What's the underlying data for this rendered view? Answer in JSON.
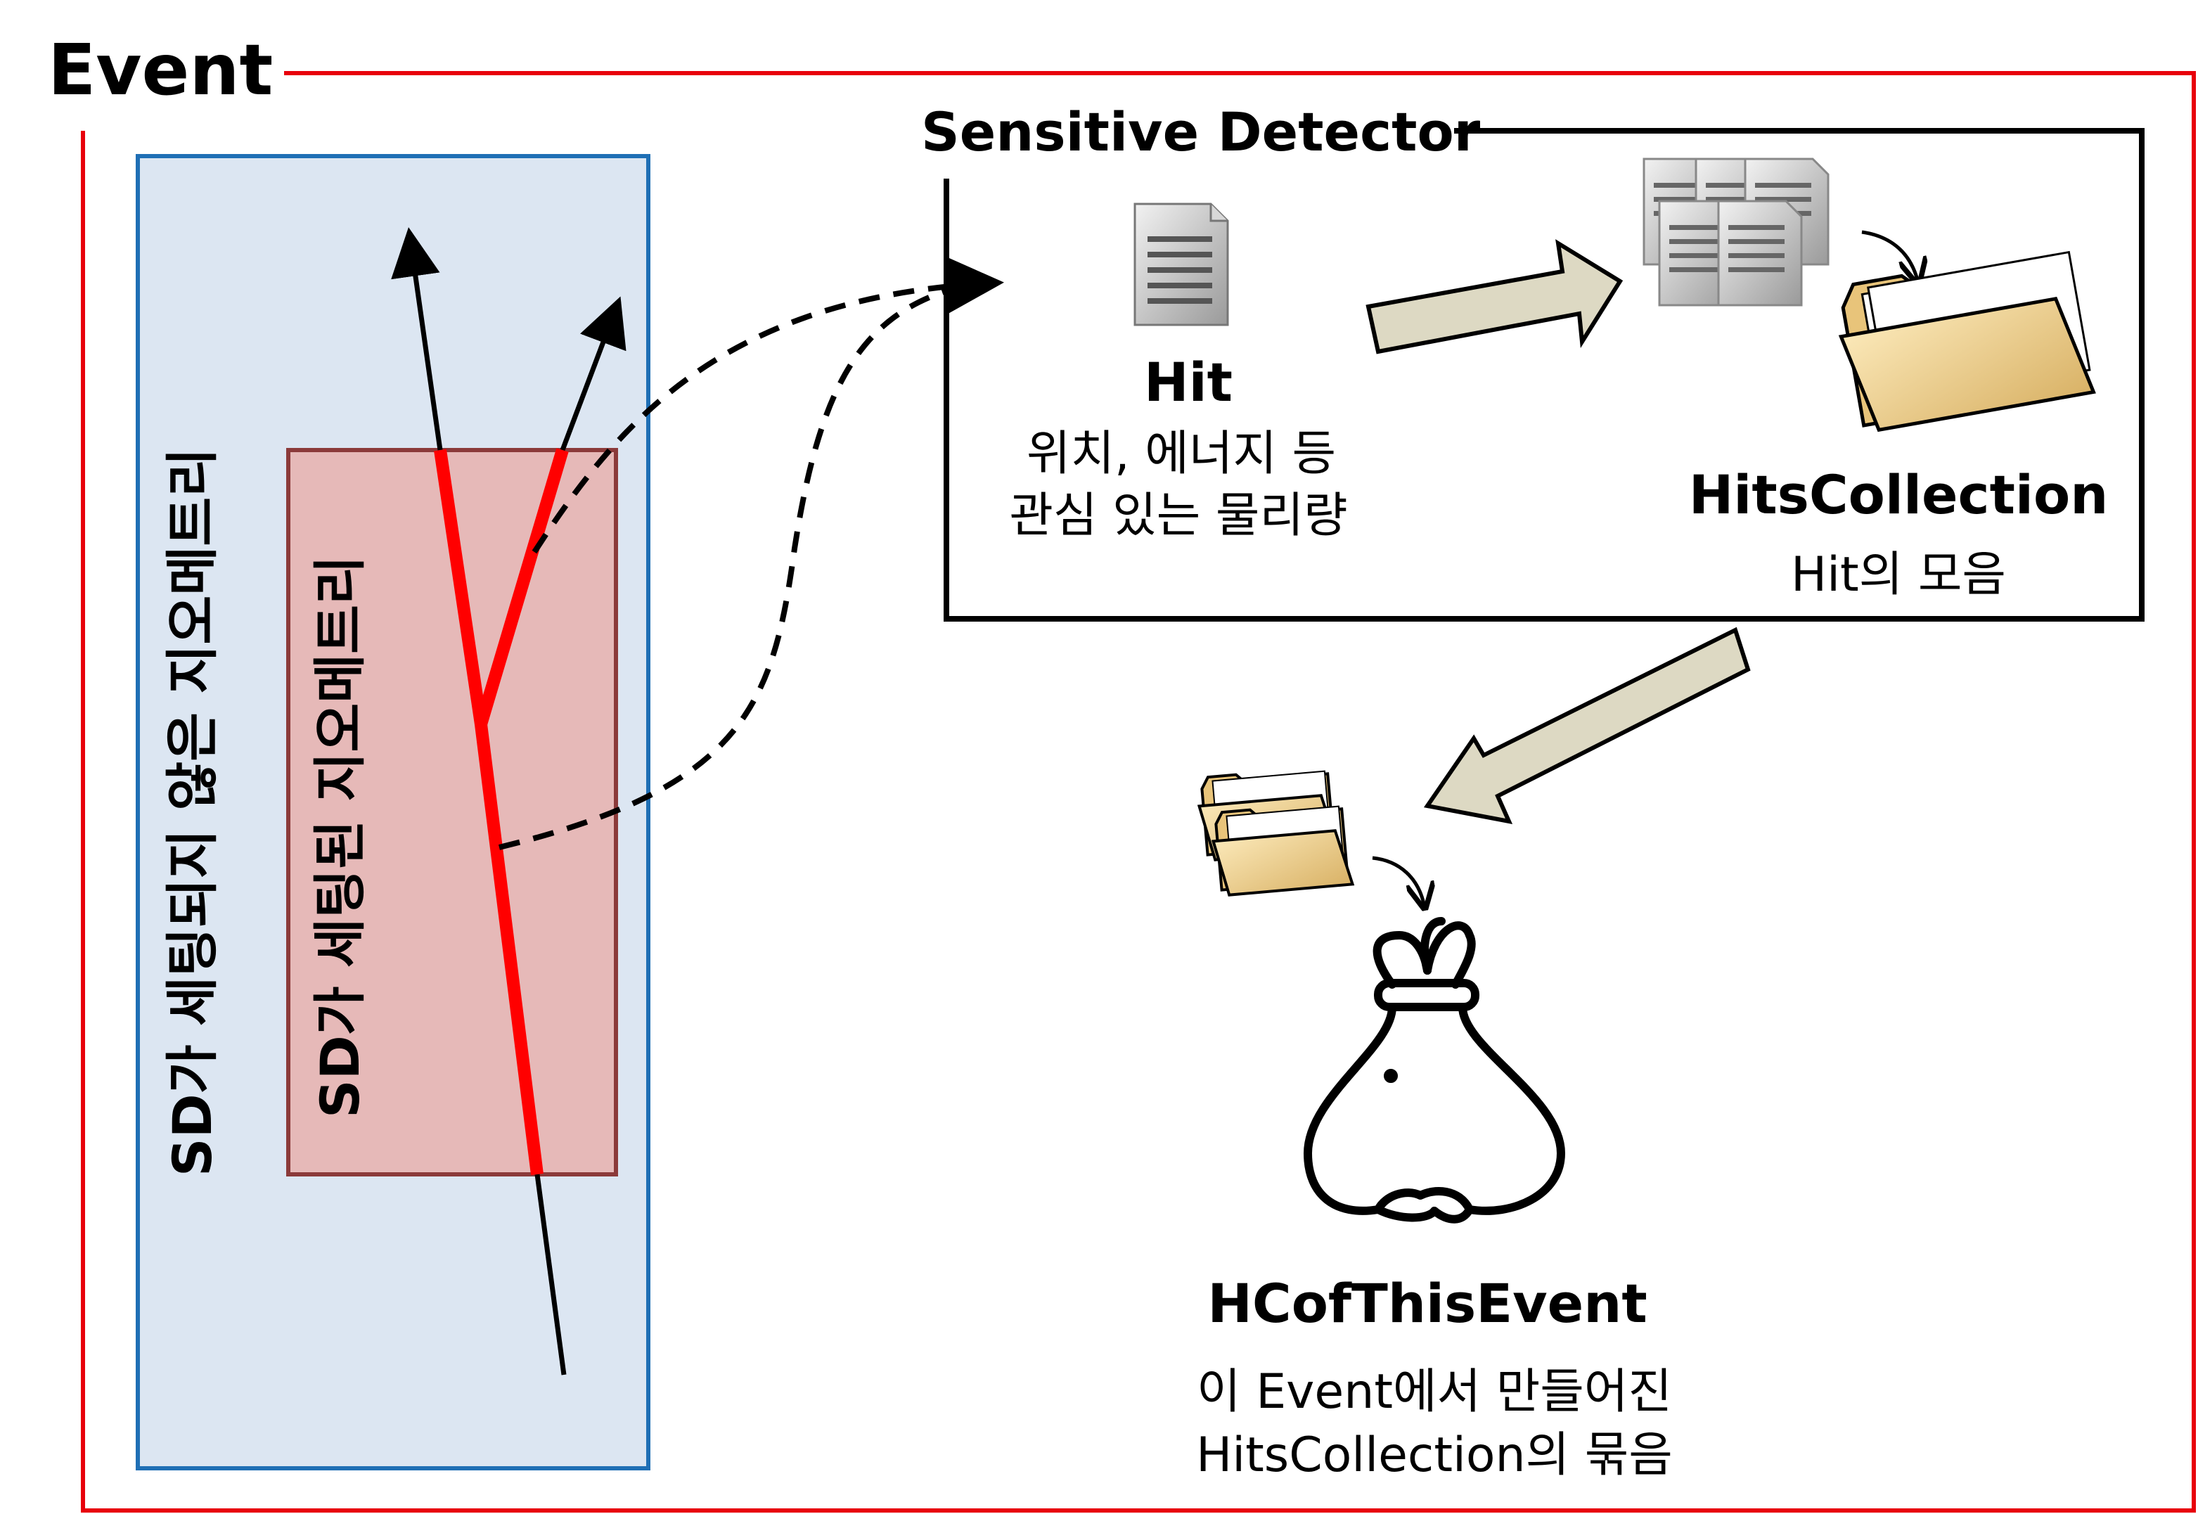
{
  "event": {
    "title": "Event"
  },
  "geometry": {
    "outer_label": "SD가 세팅되지 않은 지오메트리",
    "inner_label": "SD가 세팅된 지오메트리"
  },
  "sensitive_detector": {
    "title": "Sensitive Detector",
    "hit": {
      "title": "Hit",
      "desc_line1": "위치, 에너지 등",
      "desc_line2": "관심 있는 물리량"
    },
    "hits_collection": {
      "title": "HitsCollection",
      "desc": "Hit의 모음"
    }
  },
  "hc_of_this_event": {
    "title": "HCofThisEvent",
    "desc_line1": "이 Event에서 만들어진",
    "desc_line2": "HitsCollection의 묶음"
  },
  "colors": {
    "event_frame": "#e8000b",
    "geometry_fill": "#dce6f2",
    "geometry_stroke": "#1f6fb5",
    "sd_region_fill": "#e6b9b8",
    "sd_region_stroke": "#8b3a3a",
    "track_active": "#ff0000",
    "big_arrow_fill": "#ddd9c3",
    "folder": "#f2d28c"
  }
}
